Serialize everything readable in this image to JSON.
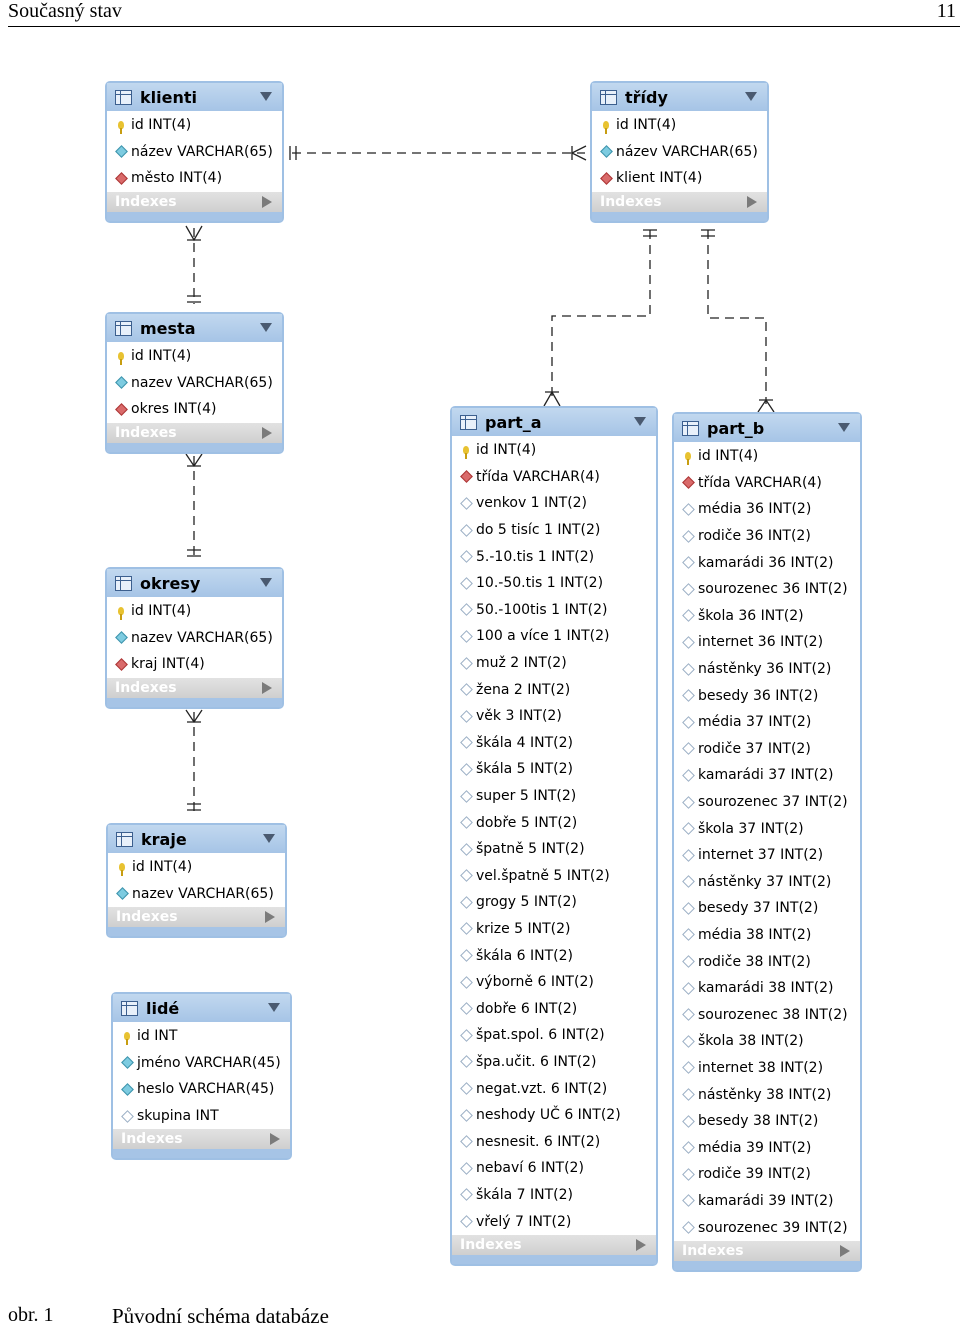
{
  "header": {
    "title": "Současný stav",
    "page": "11"
  },
  "caption": {
    "number": "obr. 1",
    "text": "Původní schéma databáze"
  },
  "indexes_label": "Indexes",
  "tables": [
    {
      "id": "klienti",
      "name": "klienti",
      "columns": [
        {
          "icon": "key",
          "text": "id INT(4)"
        },
        {
          "icon": "nn",
          "text": "název VARCHAR(65)"
        },
        {
          "icon": "fk",
          "text": "město INT(4)"
        }
      ]
    },
    {
      "id": "tridy",
      "name": "třídy",
      "columns": [
        {
          "icon": "key",
          "text": "id INT(4)"
        },
        {
          "icon": "nn",
          "text": "název VARCHAR(65)"
        },
        {
          "icon": "fk",
          "text": "klient INT(4)"
        }
      ]
    },
    {
      "id": "mesta",
      "name": "mesta",
      "columns": [
        {
          "icon": "key",
          "text": "id INT(4)"
        },
        {
          "icon": "nn",
          "text": "nazev VARCHAR(65)"
        },
        {
          "icon": "fk",
          "text": "okres INT(4)"
        }
      ]
    },
    {
      "id": "okresy",
      "name": "okresy",
      "columns": [
        {
          "icon": "key",
          "text": "id INT(4)"
        },
        {
          "icon": "nn",
          "text": "nazev VARCHAR(65)"
        },
        {
          "icon": "fk",
          "text": "kraj INT(4)"
        }
      ]
    },
    {
      "id": "kraje",
      "name": "kraje",
      "columns": [
        {
          "icon": "key",
          "text": "id INT(4)"
        },
        {
          "icon": "nn",
          "text": "nazev VARCHAR(65)"
        }
      ]
    },
    {
      "id": "lide",
      "name": "lidé",
      "columns": [
        {
          "icon": "key",
          "text": "id INT"
        },
        {
          "icon": "nn",
          "text": "jméno VARCHAR(45)"
        },
        {
          "icon": "nn",
          "text": "heslo VARCHAR(45)"
        },
        {
          "icon": "nl",
          "text": "skupina INT"
        }
      ]
    },
    {
      "id": "part_a",
      "name": "part_a",
      "columns": [
        {
          "icon": "key",
          "text": "id INT(4)"
        },
        {
          "icon": "fk",
          "text": "třída VARCHAR(4)"
        },
        {
          "icon": "nl",
          "text": "venkov 1 INT(2)"
        },
        {
          "icon": "nl",
          "text": "do 5 tisíc 1 INT(2)"
        },
        {
          "icon": "nl",
          "text": "5.-10.tis 1 INT(2)"
        },
        {
          "icon": "nl",
          "text": "10.-50.tis 1 INT(2)"
        },
        {
          "icon": "nl",
          "text": "50.-100tis 1 INT(2)"
        },
        {
          "icon": "nl",
          "text": "100 a více 1 INT(2)"
        },
        {
          "icon": "nl",
          "text": "muž 2 INT(2)"
        },
        {
          "icon": "nl",
          "text": "žena 2 INT(2)"
        },
        {
          "icon": "nl",
          "text": "věk 3 INT(2)"
        },
        {
          "icon": "nl",
          "text": "škála 4 INT(2)"
        },
        {
          "icon": "nl",
          "text": "škála 5 INT(2)"
        },
        {
          "icon": "nl",
          "text": "super 5 INT(2)"
        },
        {
          "icon": "nl",
          "text": "dobře 5 INT(2)"
        },
        {
          "icon": "nl",
          "text": "špatně 5 INT(2)"
        },
        {
          "icon": "nl",
          "text": "vel.špatně 5 INT(2)"
        },
        {
          "icon": "nl",
          "text": "grogy 5 INT(2)"
        },
        {
          "icon": "nl",
          "text": "krize 5 INT(2)"
        },
        {
          "icon": "nl",
          "text": "škála 6 INT(2)"
        },
        {
          "icon": "nl",
          "text": "výborně 6 INT(2)"
        },
        {
          "icon": "nl",
          "text": "dobře 6 INT(2)"
        },
        {
          "icon": "nl",
          "text": "špat.spol. 6 INT(2)"
        },
        {
          "icon": "nl",
          "text": "špa.učit. 6 INT(2)"
        },
        {
          "icon": "nl",
          "text": "negat.vzt. 6 INT(2)"
        },
        {
          "icon": "nl",
          "text": "neshody UČ 6 INT(2)"
        },
        {
          "icon": "nl",
          "text": "nesnesit. 6 INT(2)"
        },
        {
          "icon": "nl",
          "text": "nebaví 6 INT(2)"
        },
        {
          "icon": "nl",
          "text": "škála 7 INT(2)"
        },
        {
          "icon": "nl",
          "text": "vřelý 7 INT(2)"
        }
      ]
    },
    {
      "id": "part_b",
      "name": "part_b",
      "columns": [
        {
          "icon": "key",
          "text": "id INT(4)"
        },
        {
          "icon": "fk",
          "text": "třída VARCHAR(4)"
        },
        {
          "icon": "nl",
          "text": "média 36 INT(2)"
        },
        {
          "icon": "nl",
          "text": "rodiče 36 INT(2)"
        },
        {
          "icon": "nl",
          "text": "kamarádi 36 INT(2)"
        },
        {
          "icon": "nl",
          "text": "sourozenec 36 INT(2)"
        },
        {
          "icon": "nl",
          "text": "škola 36 INT(2)"
        },
        {
          "icon": "nl",
          "text": "internet 36 INT(2)"
        },
        {
          "icon": "nl",
          "text": "nástěnky 36 INT(2)"
        },
        {
          "icon": "nl",
          "text": "besedy 36 INT(2)"
        },
        {
          "icon": "nl",
          "text": "média 37 INT(2)"
        },
        {
          "icon": "nl",
          "text": "rodiče 37 INT(2)"
        },
        {
          "icon": "nl",
          "text": "kamarádi 37 INT(2)"
        },
        {
          "icon": "nl",
          "text": "sourozenec 37 INT(2)"
        },
        {
          "icon": "nl",
          "text": "škola 37 INT(2)"
        },
        {
          "icon": "nl",
          "text": "internet 37 INT(2)"
        },
        {
          "icon": "nl",
          "text": "nástěnky 37 INT(2)"
        },
        {
          "icon": "nl",
          "text": "besedy 37 INT(2)"
        },
        {
          "icon": "nl",
          "text": "média 38 INT(2)"
        },
        {
          "icon": "nl",
          "text": "rodiče 38 INT(2)"
        },
        {
          "icon": "nl",
          "text": "kamarádi 38 INT(2)"
        },
        {
          "icon": "nl",
          "text": "sourozenec 38 INT(2)"
        },
        {
          "icon": "nl",
          "text": "škola 38 INT(2)"
        },
        {
          "icon": "nl",
          "text": "internet 38 INT(2)"
        },
        {
          "icon": "nl",
          "text": "nástěnky 38 INT(2)"
        },
        {
          "icon": "nl",
          "text": "besedy 38 INT(2)"
        },
        {
          "icon": "nl",
          "text": "média 39 INT(2)"
        },
        {
          "icon": "nl",
          "text": "rodiče 39 INT(2)"
        },
        {
          "icon": "nl",
          "text": "kamarádi 39 INT(2)"
        },
        {
          "icon": "nl",
          "text": "sourozenec 39 INT(2)"
        }
      ]
    }
  ]
}
